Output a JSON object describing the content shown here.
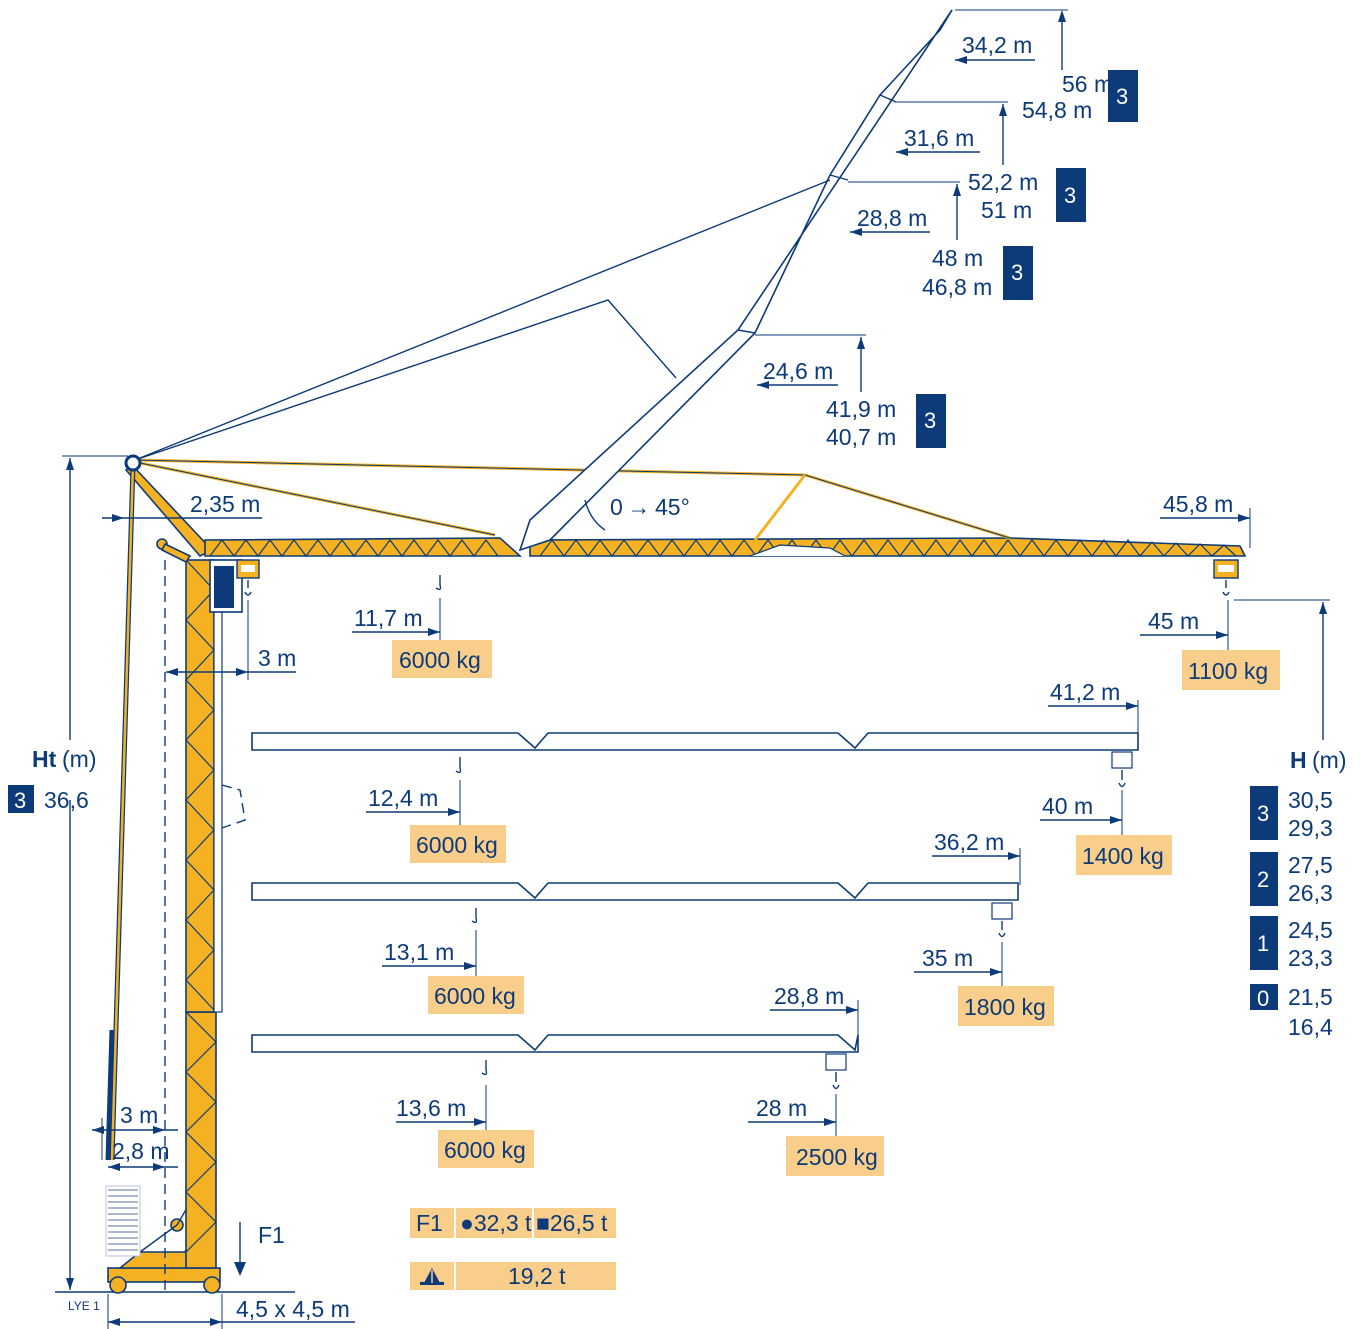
{
  "luffing": {
    "r1": "34,2 m",
    "h1a": "56 m",
    "h1b": "54,8 m",
    "r2": "31,6 m",
    "h2a": "52,2 m",
    "h2b": "51 m",
    "r3": "28,8 m",
    "h3a": "48 m",
    "h3b": "46,8 m",
    "r4": "24,6 m",
    "h4a": "41,9 m",
    "h4b": "40,7 m",
    "badge": "3",
    "angle": "0 → 45°"
  },
  "head_offset": "2,35 m",
  "cabin_offset": "3 m",
  "jibs": [
    {
      "tip_label": "45,8 m",
      "min_radius": "11,7 m",
      "min_load": "6000 kg",
      "max_radius": "45 m",
      "max_load": "1100 kg"
    },
    {
      "tip_label": "41,2 m",
      "min_radius": "12,4 m",
      "min_load": "6000 kg",
      "max_radius": "40 m",
      "max_load": "1400 kg"
    },
    {
      "tip_label": "36,2 m",
      "min_radius": "13,1 m",
      "min_load": "6000 kg",
      "max_radius": "35 m",
      "max_load": "1800 kg"
    },
    {
      "tip_label": "28,8 m",
      "min_radius": "13,6 m",
      "min_load": "6000 kg",
      "max_radius": "28 m",
      "max_load": "2500 kg"
    }
  ],
  "ht": {
    "label": "Ht",
    "unit": "(m)",
    "badge": "3",
    "value": "36,6"
  },
  "h_table": {
    "label": "H",
    "unit": "(m)",
    "rows": [
      {
        "badge": "3",
        "v1": "30,5",
        "v2": "29,3"
      },
      {
        "badge": "2",
        "v1": "27,5",
        "v2": "26,3"
      },
      {
        "badge": "1",
        "v1": "24,5",
        "v2": "23,3"
      },
      {
        "badge": "0",
        "v1": "21,5",
        "v2": "16,4"
      }
    ]
  },
  "base": {
    "ballast_outer": "3 m",
    "ballast_inner": "2,8 m",
    "footprint": "4,5 x 4,5 m",
    "model_code": "LYE 1",
    "force_label": "F1"
  },
  "reactions": {
    "label": "F1",
    "v1": "●32,3 t",
    "v2": "■26,5 t",
    "weight": "19,2 t"
  },
  "colors": {
    "crane_yellow": "#f4b223",
    "navy": "#0d3a78",
    "load_box": "#f9cd8a"
  }
}
